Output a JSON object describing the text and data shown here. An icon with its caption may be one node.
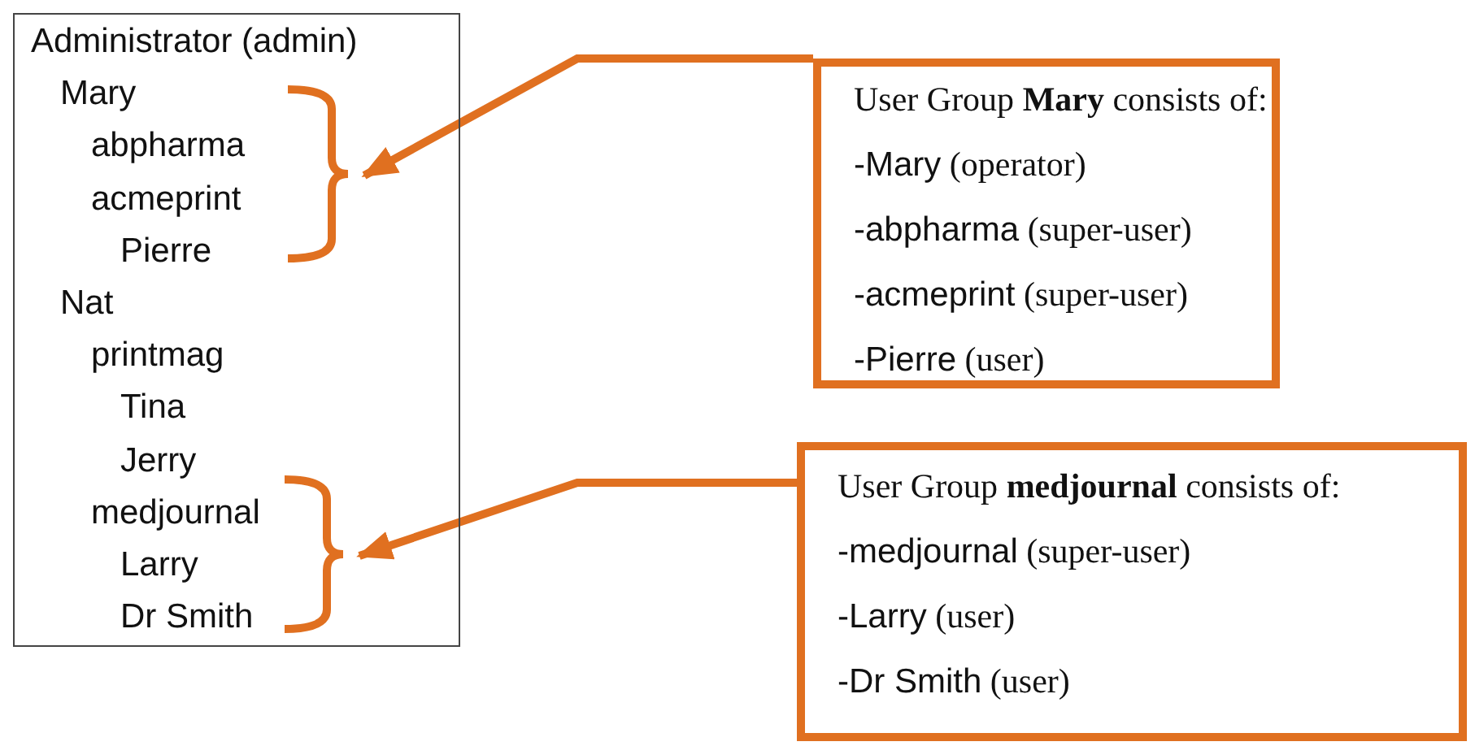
{
  "diagram": {
    "nodes": [
      {
        "text": [
          "Administrator (admin)",
          "Mary",
          "abpharma",
          "acmeprint",
          "Pierre",
          "Nat",
          "printmag",
          "Tina",
          "Jerry",
          "medjournal",
          "Larry",
          "Dr Smith"
        ]
      },
      {
        "text": [],
        "shape": "bracket",
        "in": 0
      },
      {
        "text": [
          "User Group **Mary** consists of:",
          "-Mary (operator)",
          "-abpharma (super-user)",
          "-acmeprint (super-user)",
          "-Pierre (user)"
        ]
      },
      {
        "text": [],
        "shape": "bracket",
        "in": 0
      },
      {
        "text": [
          "User Group **medjournal** consists of:",
          "-medjournal (super-user)",
          "-Larry (user)",
          "-Dr Smith (user)"
        ]
      }
    ],
    "edges": [
      {
        "from": 2,
        "to": 1,
        "arrow": "to"
      },
      {
        "from": 4,
        "to": 3,
        "arrow": "to"
      }
    ]
  }
}
